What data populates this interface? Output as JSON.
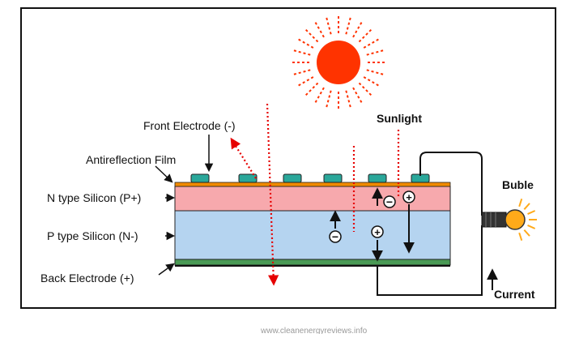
{
  "diagram": {
    "labels": {
      "front_electrode": "Front Electrode (-)",
      "sunlight": "Sunlight",
      "antireflection": "Antireflection Film",
      "n_type": "N type Silicon (P+)",
      "p_type": "P type Silicon (N-)",
      "back_electrode": "Back Electrode (+)",
      "bulb": "Buble",
      "current": "Current"
    },
    "charges": {
      "electron": "−",
      "hole": "+"
    },
    "watermark": "www.cleanenergyreviews.info"
  },
  "colors": {
    "sun": "#ff3300",
    "ray": "#e60000",
    "n_layer": "#f7a9ad",
    "p_layer": "#b5d4f0",
    "film": "#f08a00",
    "electrode_tab": "#2aa79a",
    "back_electrode": "#4a9a55",
    "bulb": "#ffaa1a",
    "frame": "#111111"
  },
  "icons": [
    "sun-icon",
    "bulb-icon",
    "electron-icon",
    "hole-icon"
  ]
}
